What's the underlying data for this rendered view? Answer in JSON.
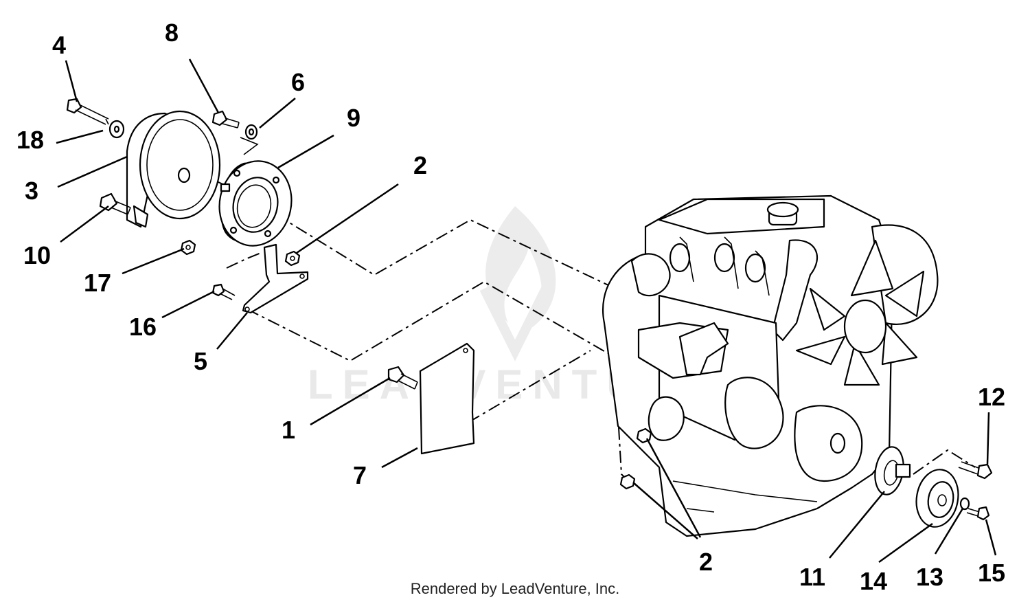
{
  "diagram": {
    "callouts": [
      "4",
      "8",
      "6",
      "9",
      "18",
      "3",
      "2",
      "10",
      "17",
      "16",
      "5",
      "1",
      "7",
      "12",
      "2",
      "11",
      "14",
      "13",
      "15"
    ]
  },
  "watermark": {
    "text": "LEADVENTURE",
    "icon": "leadventure-flame-logo"
  },
  "footer": {
    "text": "Rendered by LeadVenture, Inc."
  },
  "colors": {
    "ink": "#000000",
    "background": "#ffffff",
    "watermark": "#e9e9e9"
  }
}
